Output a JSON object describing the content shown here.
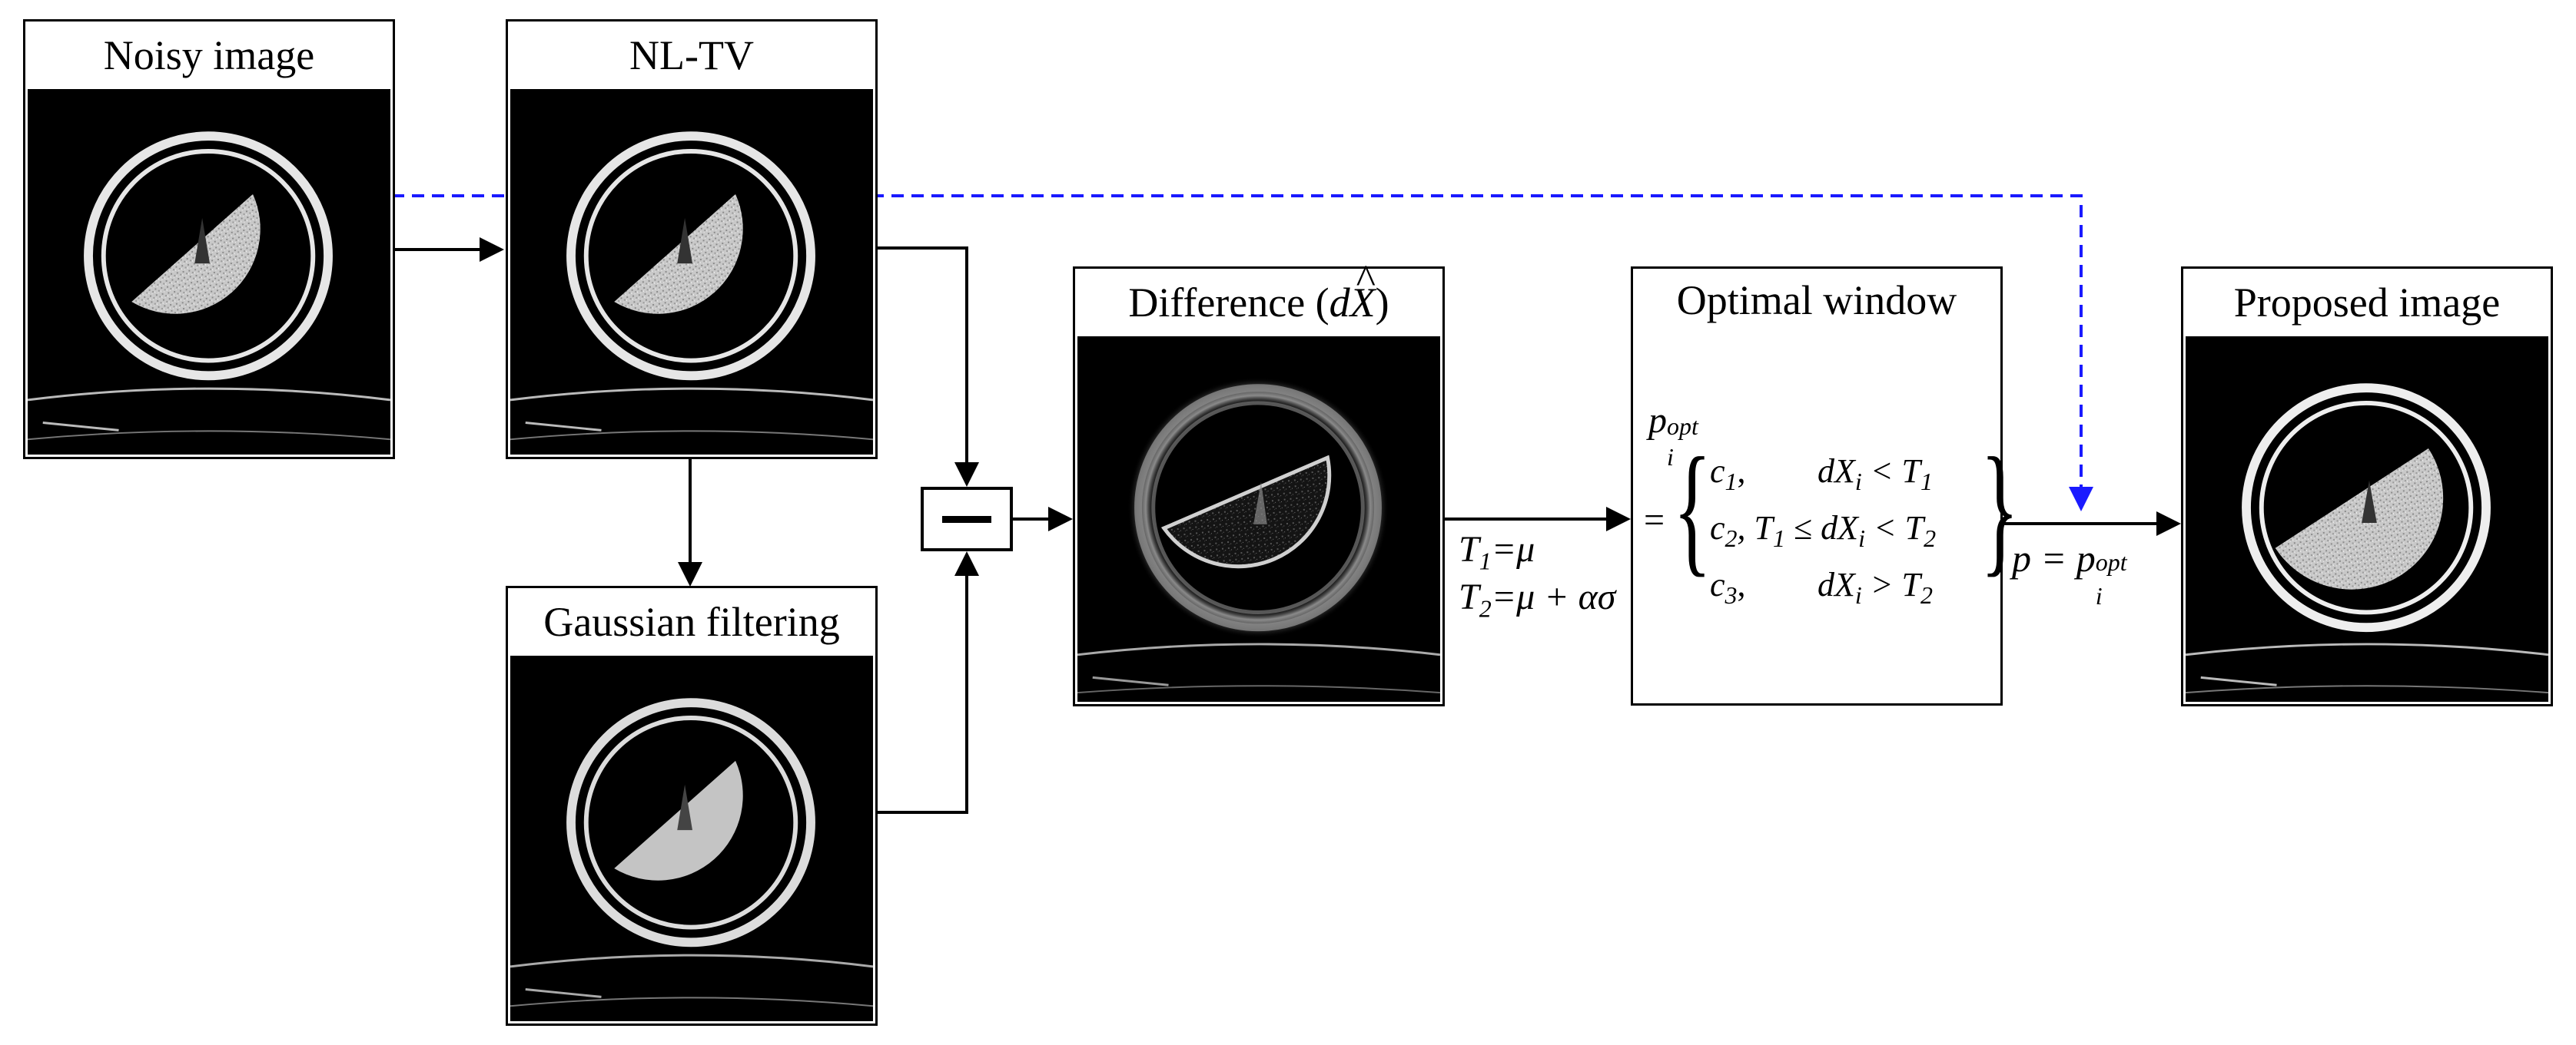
{
  "panels": {
    "noisy": {
      "title": "Noisy image"
    },
    "nltv": {
      "title": "NL-TV"
    },
    "gaussian": {
      "title": "Gaussian filtering"
    },
    "difference": {
      "title_prefix": "Difference (",
      "title_var": "d",
      "title_hat_var": "X",
      "title_suffix": ")"
    },
    "proposed": {
      "title": "Proposed image"
    }
  },
  "operator": {
    "symbol": "minus"
  },
  "thresholds": {
    "t1_lhs": "T",
    "t1_sub": "1",
    "t1_rhs": "=μ",
    "t2_lhs": "T",
    "t2_sub": "2",
    "t2_rhs": "=μ + ασ"
  },
  "optimal_window": {
    "title": "Optimal window",
    "p_var": "p",
    "p_sub": "i",
    "p_sup": "opt",
    "equals": "=",
    "cases": [
      {
        "c": "c",
        "c_sub": "1",
        "cond_a": "",
        "cond_d": "d",
        "cond_X": "X",
        "cond_i": "i",
        "cond_op": " < T",
        "cond_T": "1"
      },
      {
        "c": "c",
        "c_sub": "2",
        "cond_a": ", T",
        "cond_a_sub": "1",
        "cond_a2": " ≤ ",
        "cond_d": "d",
        "cond_X": "X",
        "cond_i": "i",
        "cond_op": " < T",
        "cond_T": "2"
      },
      {
        "c": "c",
        "c_sub": "3",
        "cond_a": "",
        "cond_d": "d",
        "cond_X": "X",
        "cond_i": "i",
        "cond_op": " > T",
        "cond_T": "2"
      }
    ]
  },
  "output_eq": {
    "lhs": "p = p",
    "sub": "i",
    "sup": "opt"
  },
  "colors": {
    "feed_forward_dashed": "#1a1aff",
    "arrows": "#000000",
    "image_background": "#000000"
  }
}
